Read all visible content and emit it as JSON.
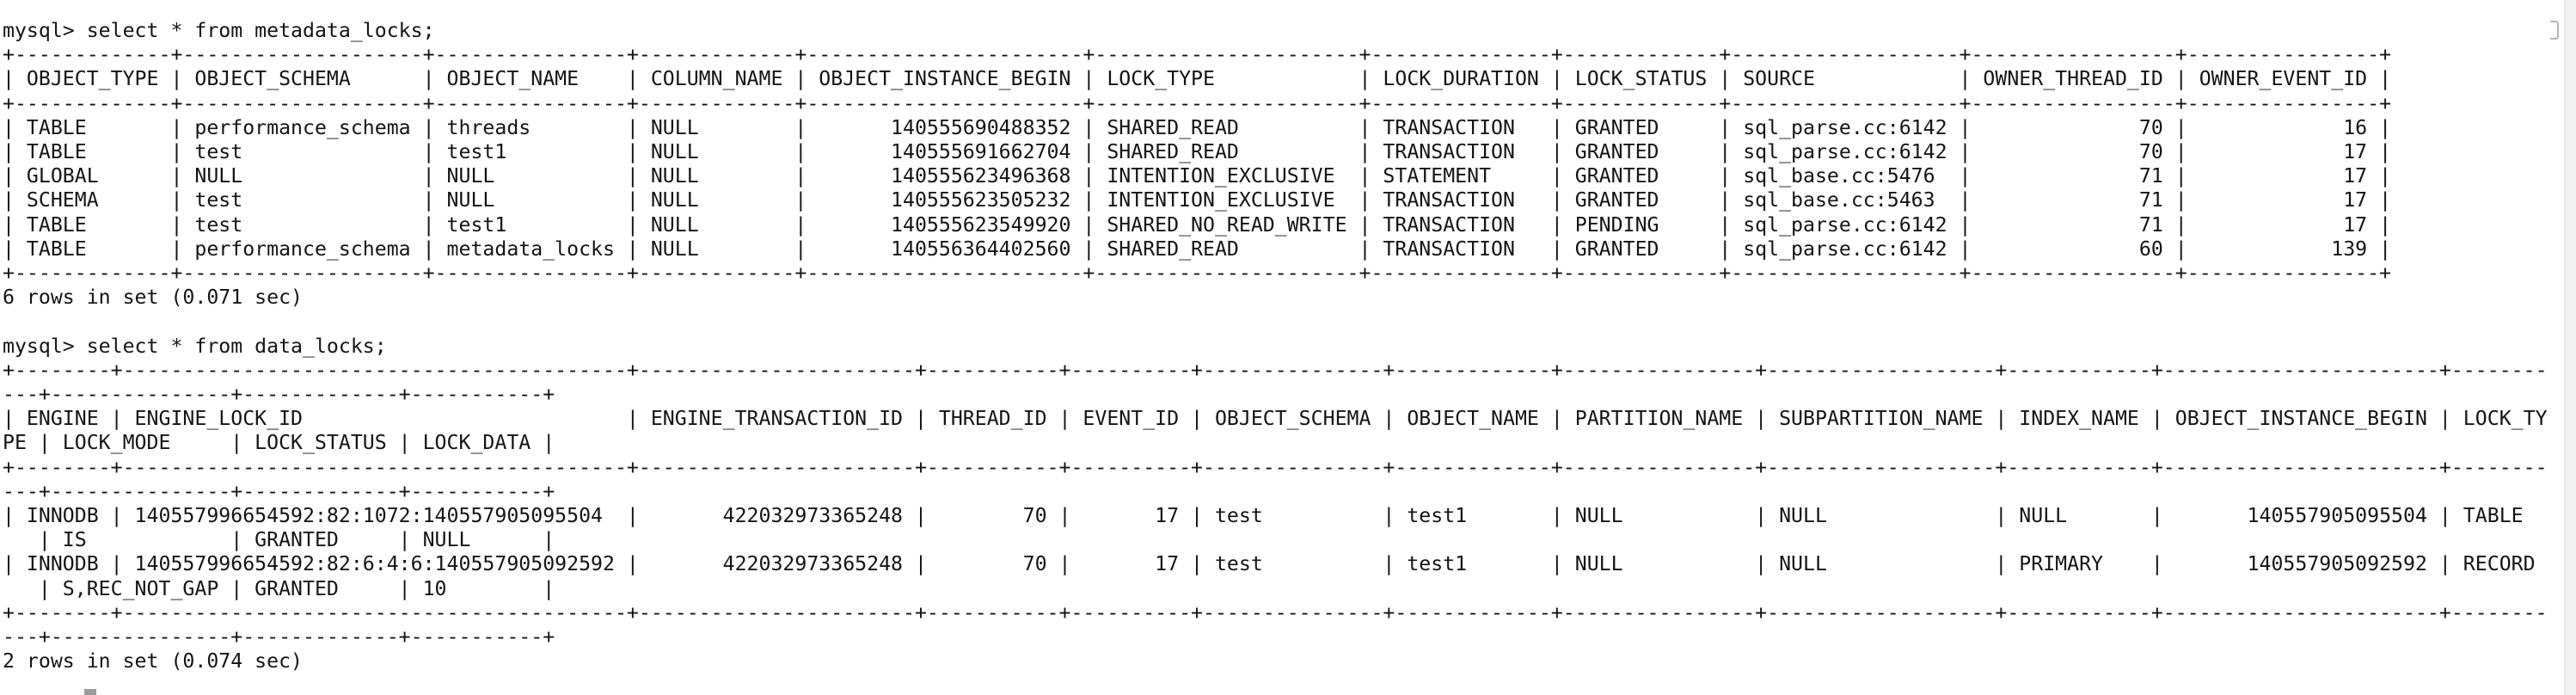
{
  "colors": {
    "background": "#ffffff",
    "text": "#141414",
    "cursor": "#9c9c9c",
    "scrollbar_track": "#f1f1f1",
    "scrollbar_thumb": "#b3b3b3"
  },
  "terminal": {
    "cols": 212,
    "prompt": "mysql>",
    "blocks": [
      {
        "type": "command",
        "command": "select * from metadata_locks;"
      },
      {
        "type": "result",
        "summary": "6 rows in set (0.071 sec)",
        "table": {
          "columns": [
            {
              "label": "OBJECT_TYPE",
              "align": "left"
            },
            {
              "label": "OBJECT_SCHEMA",
              "align": "left"
            },
            {
              "label": "OBJECT_NAME",
              "align": "left"
            },
            {
              "label": "COLUMN_NAME",
              "align": "left"
            },
            {
              "label": "OBJECT_INSTANCE_BEGIN",
              "align": "right"
            },
            {
              "label": "LOCK_TYPE",
              "align": "left"
            },
            {
              "label": "LOCK_DURATION",
              "align": "left"
            },
            {
              "label": "LOCK_STATUS",
              "align": "left"
            },
            {
              "label": "SOURCE",
              "align": "left"
            },
            {
              "label": "OWNER_THREAD_ID",
              "align": "right"
            },
            {
              "label": "OWNER_EVENT_ID",
              "align": "right"
            }
          ],
          "rows": [
            [
              "TABLE",
              "performance_schema",
              "threads",
              "NULL",
              "140555690488352",
              "SHARED_READ",
              "TRANSACTION",
              "GRANTED",
              "sql_parse.cc:6142",
              "70",
              "16"
            ],
            [
              "TABLE",
              "test",
              "test1",
              "NULL",
              "140555691662704",
              "SHARED_READ",
              "TRANSACTION",
              "GRANTED",
              "sql_parse.cc:6142",
              "70",
              "17"
            ],
            [
              "GLOBAL",
              "NULL",
              "NULL",
              "NULL",
              "140555623496368",
              "INTENTION_EXCLUSIVE",
              "STATEMENT",
              "GRANTED",
              "sql_base.cc:5476",
              "71",
              "17"
            ],
            [
              "SCHEMA",
              "test",
              "NULL",
              "NULL",
              "140555623505232",
              "INTENTION_EXCLUSIVE",
              "TRANSACTION",
              "GRANTED",
              "sql_base.cc:5463",
              "71",
              "17"
            ],
            [
              "TABLE",
              "test",
              "test1",
              "NULL",
              "140555623549920",
              "SHARED_NO_READ_WRITE",
              "TRANSACTION",
              "PENDING",
              "sql_parse.cc:6142",
              "71",
              "17"
            ],
            [
              "TABLE",
              "performance_schema",
              "metadata_locks",
              "NULL",
              "140556364402560",
              "SHARED_READ",
              "TRANSACTION",
              "GRANTED",
              "sql_parse.cc:6142",
              "60",
              "139"
            ]
          ]
        }
      },
      {
        "type": "command",
        "command": "select * from data_locks;"
      },
      {
        "type": "result",
        "summary": "2 rows in set (0.074 sec)",
        "table": {
          "columns": [
            {
              "label": "ENGINE",
              "align": "left"
            },
            {
              "label": "ENGINE_LOCK_ID",
              "align": "left"
            },
            {
              "label": "ENGINE_TRANSACTION_ID",
              "align": "right"
            },
            {
              "label": "THREAD_ID",
              "align": "right"
            },
            {
              "label": "EVENT_ID",
              "align": "right"
            },
            {
              "label": "OBJECT_SCHEMA",
              "align": "left"
            },
            {
              "label": "OBJECT_NAME",
              "align": "left"
            },
            {
              "label": "PARTITION_NAME",
              "align": "left"
            },
            {
              "label": "SUBPARTITION_NAME",
              "align": "left"
            },
            {
              "label": "INDEX_NAME",
              "align": "left"
            },
            {
              "label": "OBJECT_INSTANCE_BEGIN",
              "align": "right"
            },
            {
              "label": "LOCK_TYPE",
              "align": "left"
            },
            {
              "label": "LOCK_MODE",
              "align": "left"
            },
            {
              "label": "LOCK_STATUS",
              "align": "left"
            },
            {
              "label": "LOCK_DATA",
              "align": "left"
            }
          ],
          "rows": [
            [
              "INNODB",
              "140557996654592:82:1072:140557905095504",
              "422032973365248",
              "70",
              "17",
              "test",
              "test1",
              "NULL",
              "NULL",
              "NULL",
              "140557905095504",
              "TABLE",
              "IS",
              "GRANTED",
              "NULL"
            ],
            [
              "INNODB",
              "140557996654592:82:6:4:6:140557905092592",
              "422032973365248",
              "70",
              "17",
              "test",
              "test1",
              "NULL",
              "NULL",
              "PRIMARY",
              "140557905092592",
              "RECORD",
              "S,REC_NOT_GAP",
              "GRANTED",
              "10"
            ]
          ]
        }
      }
    ]
  }
}
